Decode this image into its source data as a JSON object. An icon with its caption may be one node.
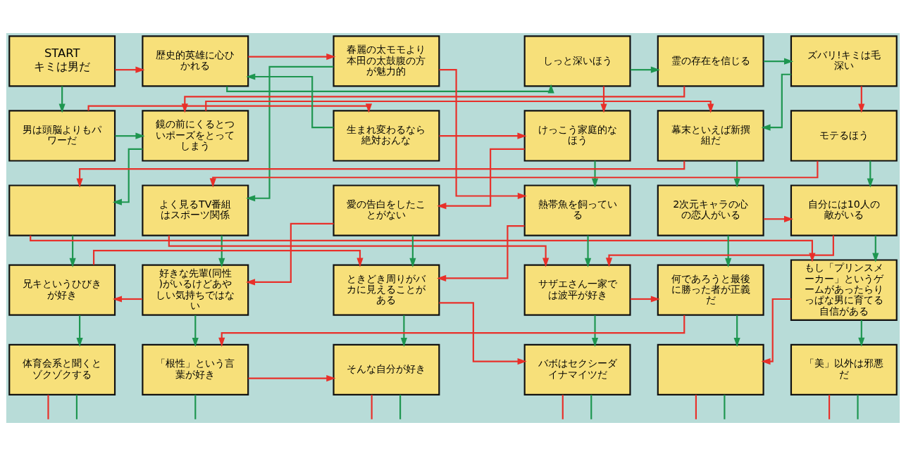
{
  "diagram": {
    "nodes": [
      {
        "text": [
          "START",
          "キミは男だ"
        ]
      },
      {
        "text": [
          "歴史的英雄に心ひかれる"
        ]
      },
      {
        "text": [
          "春麗の太モモより本田の太鼓腹の方が魅力的"
        ]
      },
      {
        "text": [
          "しっと深いほう"
        ]
      },
      {
        "text": [
          "霊の存在を信じる"
        ]
      },
      {
        "text": [
          "ズバリ!キミは毛深い"
        ]
      },
      {
        "text": [
          "男は頭脳よりもパワーだ"
        ]
      },
      {
        "text": [
          "鏡の前にくるとついポーズをとってしまう"
        ]
      },
      {
        "text": [
          "生まれ変わるなら絶対おんな"
        ]
      },
      {
        "text": [
          "けっこう家庭的なほう"
        ]
      },
      {
        "text": [
          "幕末といえば新撰組だ"
        ]
      },
      {
        "text": [
          "モテるほう"
        ]
      },
      {
        "text": [],
        "shape": "box"
      },
      {
        "text": [
          "よく見るTV番組はスポーツ関係"
        ]
      },
      {
        "text": [
          "愛の告白をしたことがない"
        ]
      },
      {
        "text": [
          "熱帯魚を飼っている"
        ]
      },
      {
        "text": [
          "2次元キャラの心の恋人がいる"
        ]
      },
      {
        "text": [
          "自分には10人の敵がいる"
        ]
      },
      {
        "text": [
          "兄キというひびきが好き"
        ]
      },
      {
        "text": [
          "好きな先輩(同性)がいるけどあやしい気持ちではない"
        ]
      },
      {
        "text": [
          "ときどき周りがバカに見えることがある"
        ]
      },
      {
        "text": [
          "サザエさん一家では波平が好き"
        ]
      },
      {
        "text": [
          "何であろうと最後に勝った者が正義だ"
        ]
      },
      {
        "text": [
          "もし「プリンスメーカー」というゲームがあったらりっぱな男に育てる自信がある"
        ]
      },
      {
        "text": [
          "体育会系と聞くとゾクゾクする"
        ]
      },
      {
        "text": [
          "「根性」という言葉が好き"
        ]
      },
      {
        "text": [
          "そんな自分が好き"
        ]
      },
      {
        "text": [
          "バボはセクシーダイナマイツだ"
        ]
      },
      {
        "text": [],
        "shape": "box"
      },
      {
        "text": [
          "「美」以外は邪悪だ"
        ]
      }
    ],
    "edges": [
      {
        "from": 0,
        "to": 6,
        "arrow": "to"
      },
      {
        "from": 0,
        "to": 1,
        "arrow": "to",
        "color": "#e8302a"
      },
      {
        "from": 1,
        "to": 3,
        "arrow": "to"
      },
      {
        "from": 1,
        "to": 2,
        "arrow": "to",
        "color": "#e8302a"
      },
      {
        "from": 2,
        "to": 13,
        "arrow": "to"
      },
      {
        "from": 2,
        "to": 15,
        "arrow": "to",
        "color": "#e8302a"
      },
      {
        "from": 3,
        "to": 4,
        "arrow": "to"
      },
      {
        "from": 3,
        "to": 9,
        "arrow": "to",
        "color": "#e8302a"
      },
      {
        "from": 4,
        "to": 5,
        "arrow": "to"
      },
      {
        "from": 4,
        "to": 7,
        "arrow": "to",
        "color": "#e8302a"
      },
      {
        "from": 5,
        "to": 10,
        "arrow": "to"
      },
      {
        "from": 5,
        "to": 11,
        "arrow": "to",
        "color": "#e8302a"
      },
      {
        "from": 6,
        "to": 7,
        "arrow": "to"
      },
      {
        "from": 6,
        "to": 8,
        "arrow": "to",
        "color": "#e8302a"
      },
      {
        "from": 7,
        "to": 12,
        "arrow": "to"
      },
      {
        "from": 7,
        "to": 10,
        "arrow": "to",
        "color": "#e8302a"
      },
      {
        "from": 8,
        "to": 1,
        "arrow": "to"
      },
      {
        "from": 8,
        "to": 9,
        "arrow": "to",
        "color": "#e8302a"
      },
      {
        "from": 9,
        "to": 15,
        "arrow": "to"
      },
      {
        "from": 9,
        "to": 14,
        "arrow": "to",
        "color": "#e8302a"
      },
      {
        "from": 10,
        "to": 16,
        "arrow": "to"
      },
      {
        "from": 10,
        "to": 12,
        "arrow": "to",
        "color": "#e8302a"
      },
      {
        "from": 11,
        "to": 17,
        "arrow": "to"
      },
      {
        "from": 11,
        "to": 13,
        "arrow": "to",
        "color": "#e8302a"
      },
      {
        "from": 12,
        "to": 18,
        "arrow": "to"
      },
      {
        "from": 12,
        "to": 23,
        "arrow": "to",
        "color": "#e8302a"
      },
      {
        "from": 13,
        "to": 19,
        "arrow": "to"
      },
      {
        "from": 13,
        "to": 21,
        "arrow": "to",
        "color": "#e8302a"
      },
      {
        "from": 14,
        "to": 20,
        "arrow": "to"
      },
      {
        "from": 14,
        "to": 19,
        "arrow": "to",
        "color": "#e8302a"
      },
      {
        "from": 15,
        "to": 21,
        "arrow": "to"
      },
      {
        "from": 15,
        "to": 20,
        "arrow": "to",
        "color": "#e8302a"
      },
      {
        "from": 16,
        "to": 22,
        "arrow": "to"
      },
      {
        "from": 16,
        "to": 17,
        "arrow": "to",
        "color": "#e8302a"
      },
      {
        "from": 17,
        "to": 23,
        "arrow": "to"
      },
      {
        "from": 17,
        "to": 21,
        "arrow": "to",
        "color": "#e8302a"
      },
      {
        "from": 18,
        "to": 24,
        "arrow": "to"
      },
      {
        "from": 18,
        "to": 20,
        "arrow": "to",
        "color": "#e8302a"
      },
      {
        "from": 19,
        "to": 25,
        "arrow": "to"
      },
      {
        "from": 19,
        "to": 18,
        "arrow": "to",
        "color": "#e8302a"
      },
      {
        "from": 20,
        "to": 26,
        "arrow": "to"
      },
      {
        "from": 20,
        "to": 27,
        "arrow": "to",
        "color": "#e8302a"
      },
      {
        "from": 21,
        "to": 27,
        "arrow": "to"
      },
      {
        "from": 21,
        "to": 22,
        "arrow": "to",
        "color": "#e8302a"
      },
      {
        "from": 22,
        "to": 28,
        "arrow": "to"
      },
      {
        "from": 22,
        "to": 25,
        "arrow": "to",
        "color": "#e8302a"
      },
      {
        "from": 23,
        "to": 29,
        "arrow": "to"
      },
      {
        "from": 23,
        "to": 28,
        "arrow": "to",
        "color": "#e8302a"
      },
      {
        "from": 24,
        "to": null,
        "arrow": "none"
      },
      {
        "from": 24,
        "to": null,
        "arrow": "none",
        "color": "#e8302a"
      },
      {
        "from": 25,
        "to": null,
        "arrow": "none"
      },
      {
        "from": 25,
        "to": 26,
        "arrow": "to",
        "color": "#e8302a"
      },
      {
        "from": 26,
        "to": null,
        "arrow": "none"
      },
      {
        "from": 26,
        "to": null,
        "arrow": "none",
        "color": "#e8302a"
      },
      {
        "from": 27,
        "to": null,
        "arrow": "none"
      },
      {
        "from": 27,
        "to": null,
        "arrow": "none",
        "color": "#e8302a"
      },
      {
        "from": 28,
        "to": null,
        "arrow": "none"
      },
      {
        "from": 28,
        "to": null,
        "arrow": "none",
        "color": "#e8302a"
      },
      {
        "from": 29,
        "to": null,
        "arrow": "none"
      },
      {
        "from": 29,
        "to": null,
        "arrow": "none",
        "color": "#e8302a"
      }
    ]
  }
}
